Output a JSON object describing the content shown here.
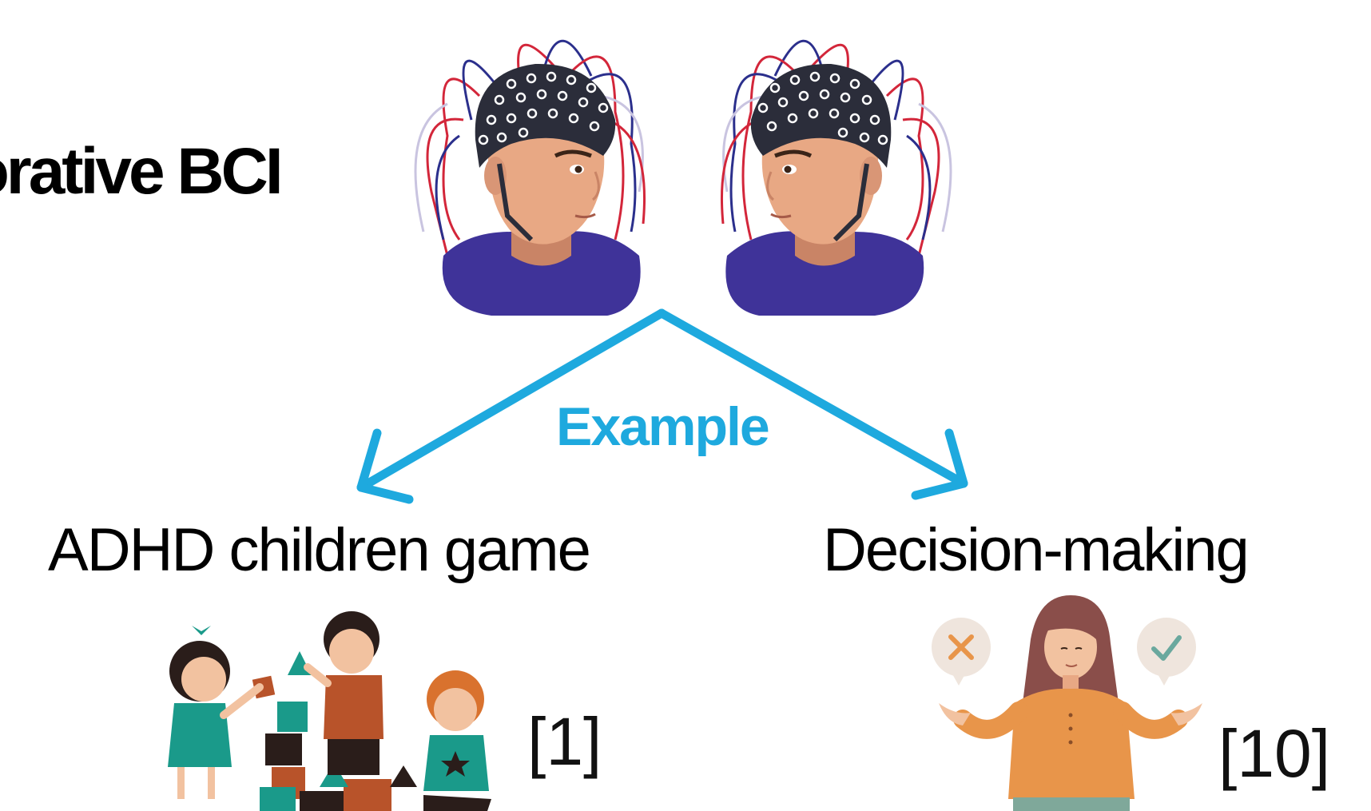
{
  "diagram": {
    "title": "aborative BCI",
    "connector_label": "Example",
    "branches": [
      {
        "label": "ADHD children game",
        "reference": "[1]",
        "illustration": "children-building-blocks"
      },
      {
        "label": "Decision-making",
        "reference": "[10]",
        "illustration": "woman-choosing"
      }
    ],
    "center_illustration": "two-heads-eeg-caps"
  },
  "colors": {
    "accent": "#1ea9de",
    "shirt": "#3f3399",
    "cap": "#2b2d3a",
    "wire_red": "#d3263a",
    "wire_blue": "#2b2f8c",
    "skin": "#e8a884",
    "teal": "#1a9a8a",
    "brown": "#b8532a",
    "orange_top": "#e8954a"
  }
}
